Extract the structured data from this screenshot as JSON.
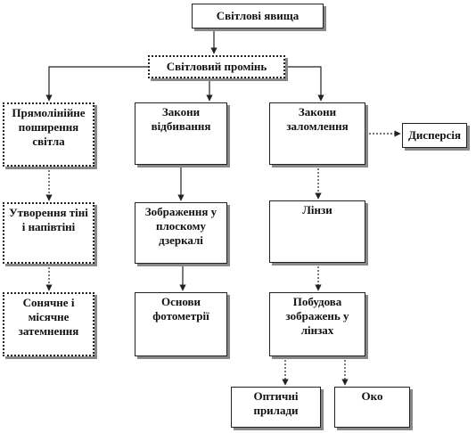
{
  "diagram": {
    "nodes": {
      "light_phenomena": "Світлові явища",
      "light_ray": "Світловий промінь",
      "rectilinear_propagation": "Прямолінійне поширення світла",
      "reflection_laws": "Закони відбивання",
      "refraction_laws": "Закони заломлення",
      "dispersion": "Дисперсія",
      "shadow_formation": "Утворення тіні і напівтіні",
      "plane_mirror_image": "Зображення у плоскому дзеркалі",
      "lenses": "Лінзи",
      "eclipses": "Сонячне і місячне затемнення",
      "photometry": "Основи фотометрії",
      "lens_imaging": "Побудова зображень у лінзах",
      "optical_instruments": "Оптичні прилади",
      "eye": "Око"
    }
  }
}
